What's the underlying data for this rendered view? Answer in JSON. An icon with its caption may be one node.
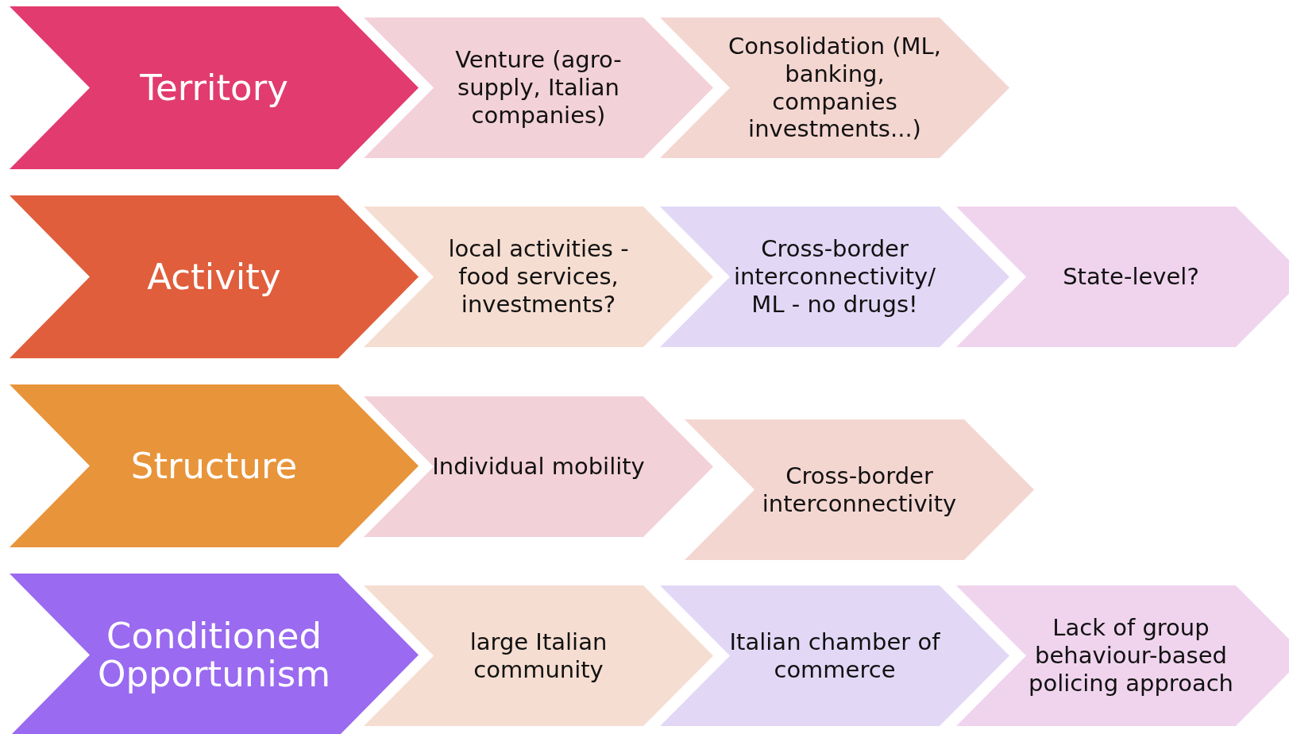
{
  "diagram": {
    "nodes": [
      {
        "text": [
          "Territory"
        ]
      },
      {
        "text": [
          "Venture (agro-supply, Italian companies)"
        ]
      },
      {
        "text": [
          "Consolidation (ML, banking, companies investments...)"
        ]
      },
      {
        "text": [
          "Activity"
        ]
      },
      {
        "text": [
          "local activities - food services, investments?"
        ]
      },
      {
        "text": [
          "Cross-border interconnectivity/ ML - no drugs!"
        ]
      },
      {
        "text": [
          "State-level?"
        ]
      },
      {
        "text": [
          "Structure"
        ]
      },
      {
        "text": [
          "Individual mobility"
        ]
      },
      {
        "text": [
          "Cross-border interconnectivity"
        ]
      },
      {
        "text": [
          "Conditioned Opportunism"
        ]
      },
      {
        "text": [
          "large Italian community"
        ]
      },
      {
        "text": [
          "Italian chamber of commerce"
        ]
      },
      {
        "text": [
          "Lack of group behaviour-based policing approach"
        ]
      }
    ]
  }
}
